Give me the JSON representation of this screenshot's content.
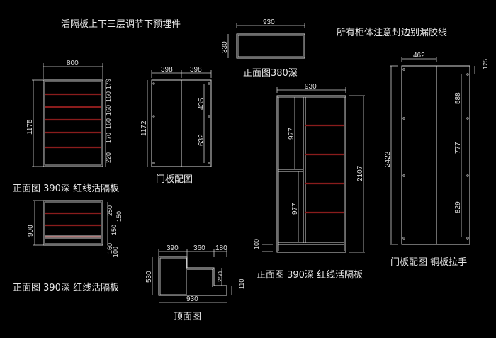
{
  "notes": {
    "top_left": "活隔板上下三层调节下预埋件",
    "top_right": "所有柜体注意封边别漏胶线"
  },
  "views": {
    "cabinet_a": {
      "caption": "正面图  390深  红线活隔板",
      "width": "800",
      "height": "1175",
      "shelf_gaps": [
        "179",
        "160",
        "160",
        "160",
        "170",
        "220"
      ]
    },
    "door_a": {
      "caption": "门板配图",
      "widths": [
        "398",
        "398"
      ],
      "height": "1172",
      "hinge_gaps": [
        "435",
        "632"
      ]
    },
    "cabinet_b": {
      "caption": "正面图  390深  红线活隔板",
      "height": "900",
      "shelf_gaps": [
        "250",
        "150",
        "150",
        "160",
        "100"
      ]
    },
    "top_view": {
      "caption": "顶面图",
      "widths": [
        "390",
        "360",
        "180"
      ],
      "total_width": "930",
      "depth": "530",
      "step_depth": "250",
      "step_small": "110"
    },
    "top_box": {
      "caption": "正面图380深",
      "width": "930",
      "height": "330"
    },
    "tall_cabinet": {
      "caption": "正面图  390深  红线活隔板",
      "width": "930",
      "height": "2107",
      "left_upper": "977",
      "left_lower": "977",
      "plinth": "100"
    },
    "tall_door": {
      "caption": "门板配图  铜板拉手",
      "width": "462",
      "height": "2422",
      "top_offset": "125",
      "hinge_gaps": [
        "588",
        "777",
        "829"
      ]
    }
  },
  "colors": {
    "background": "#000000",
    "line": "#d8d8d8",
    "shelf_red": "#8a1c1c"
  }
}
